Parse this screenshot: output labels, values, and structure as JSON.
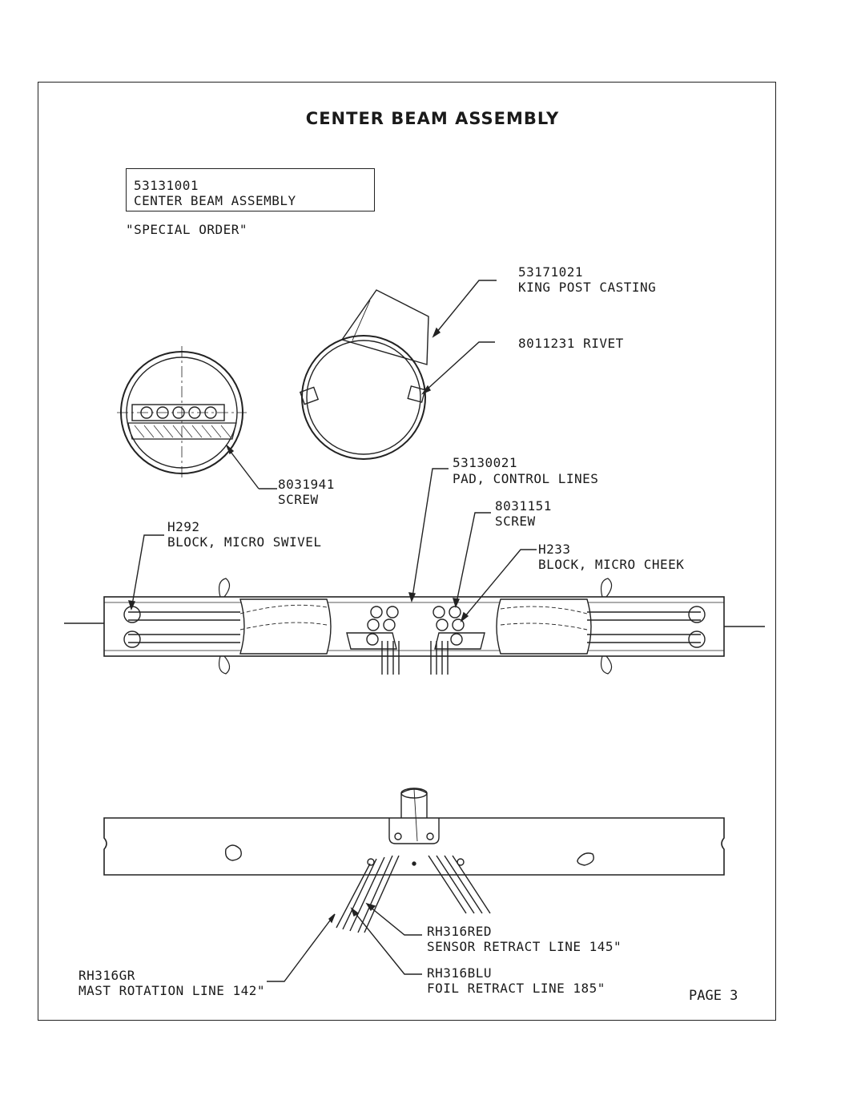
{
  "title": "CENTER BEAM ASSEMBLY",
  "part_box": {
    "number": "53131001",
    "name": "CENTER BEAM ASSEMBLY"
  },
  "note": "\"SPECIAL ORDER\"",
  "callouts": {
    "king_post": {
      "part": "53171021",
      "desc": "KING POST CASTING"
    },
    "rivet": {
      "text": "8011231 RIVET"
    },
    "pad": {
      "part": "53130021",
      "desc": "PAD, CONTROL LINES"
    },
    "screw_left": {
      "part": "8031941",
      "desc": "SCREW"
    },
    "screw_center": {
      "part": "8031151",
      "desc": "SCREW"
    },
    "micro_swivel": {
      "part": "H292",
      "desc": "BLOCK, MICRO SWIVEL"
    },
    "micro_cheek": {
      "part": "H233",
      "desc": "BLOCK, MICRO CHEEK"
    },
    "sensor_line": {
      "part": "RH316RED",
      "desc": "SENSOR RETRACT LINE 145\""
    },
    "foil_line": {
      "part": "RH316BLU",
      "desc": "FOIL RETRACT LINE 185\""
    },
    "mast_line": {
      "part": "RH316GR",
      "desc": "MAST ROTATION LINE 142\""
    }
  },
  "page": "PAGE 3"
}
